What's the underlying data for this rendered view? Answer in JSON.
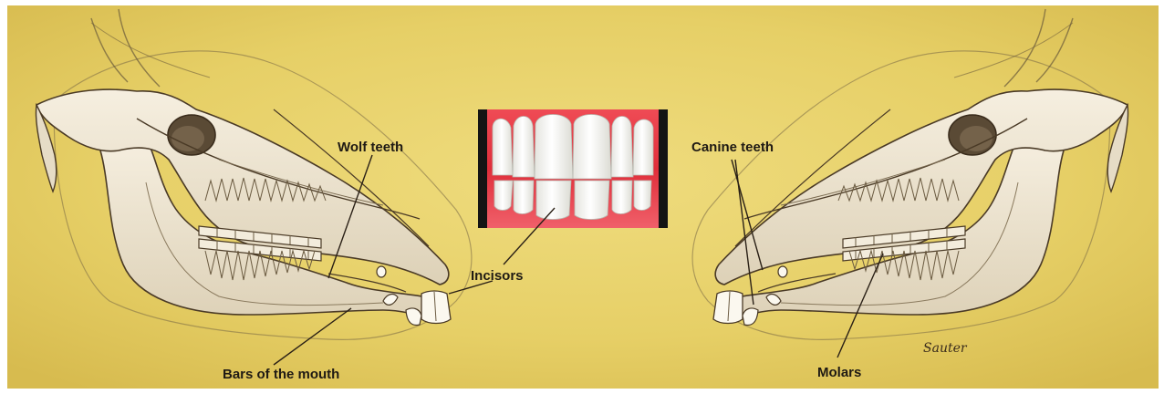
{
  "labels": {
    "wolf_teeth": "Wolf teeth",
    "canine_teeth": "Canine teeth",
    "incisors": "Incisors",
    "bars_of_the_mouth": "Bars of the mouth",
    "molars": "Molars"
  },
  "signature": "Sauter",
  "colors": {
    "background": "#e9d36b",
    "bone": "#efe7d6",
    "bone_shadow": "#cfc2a6",
    "outline": "#4a3a26",
    "gum": "#e5303a",
    "tooth": "#f8f8f4",
    "photo_frame": "#141414"
  }
}
